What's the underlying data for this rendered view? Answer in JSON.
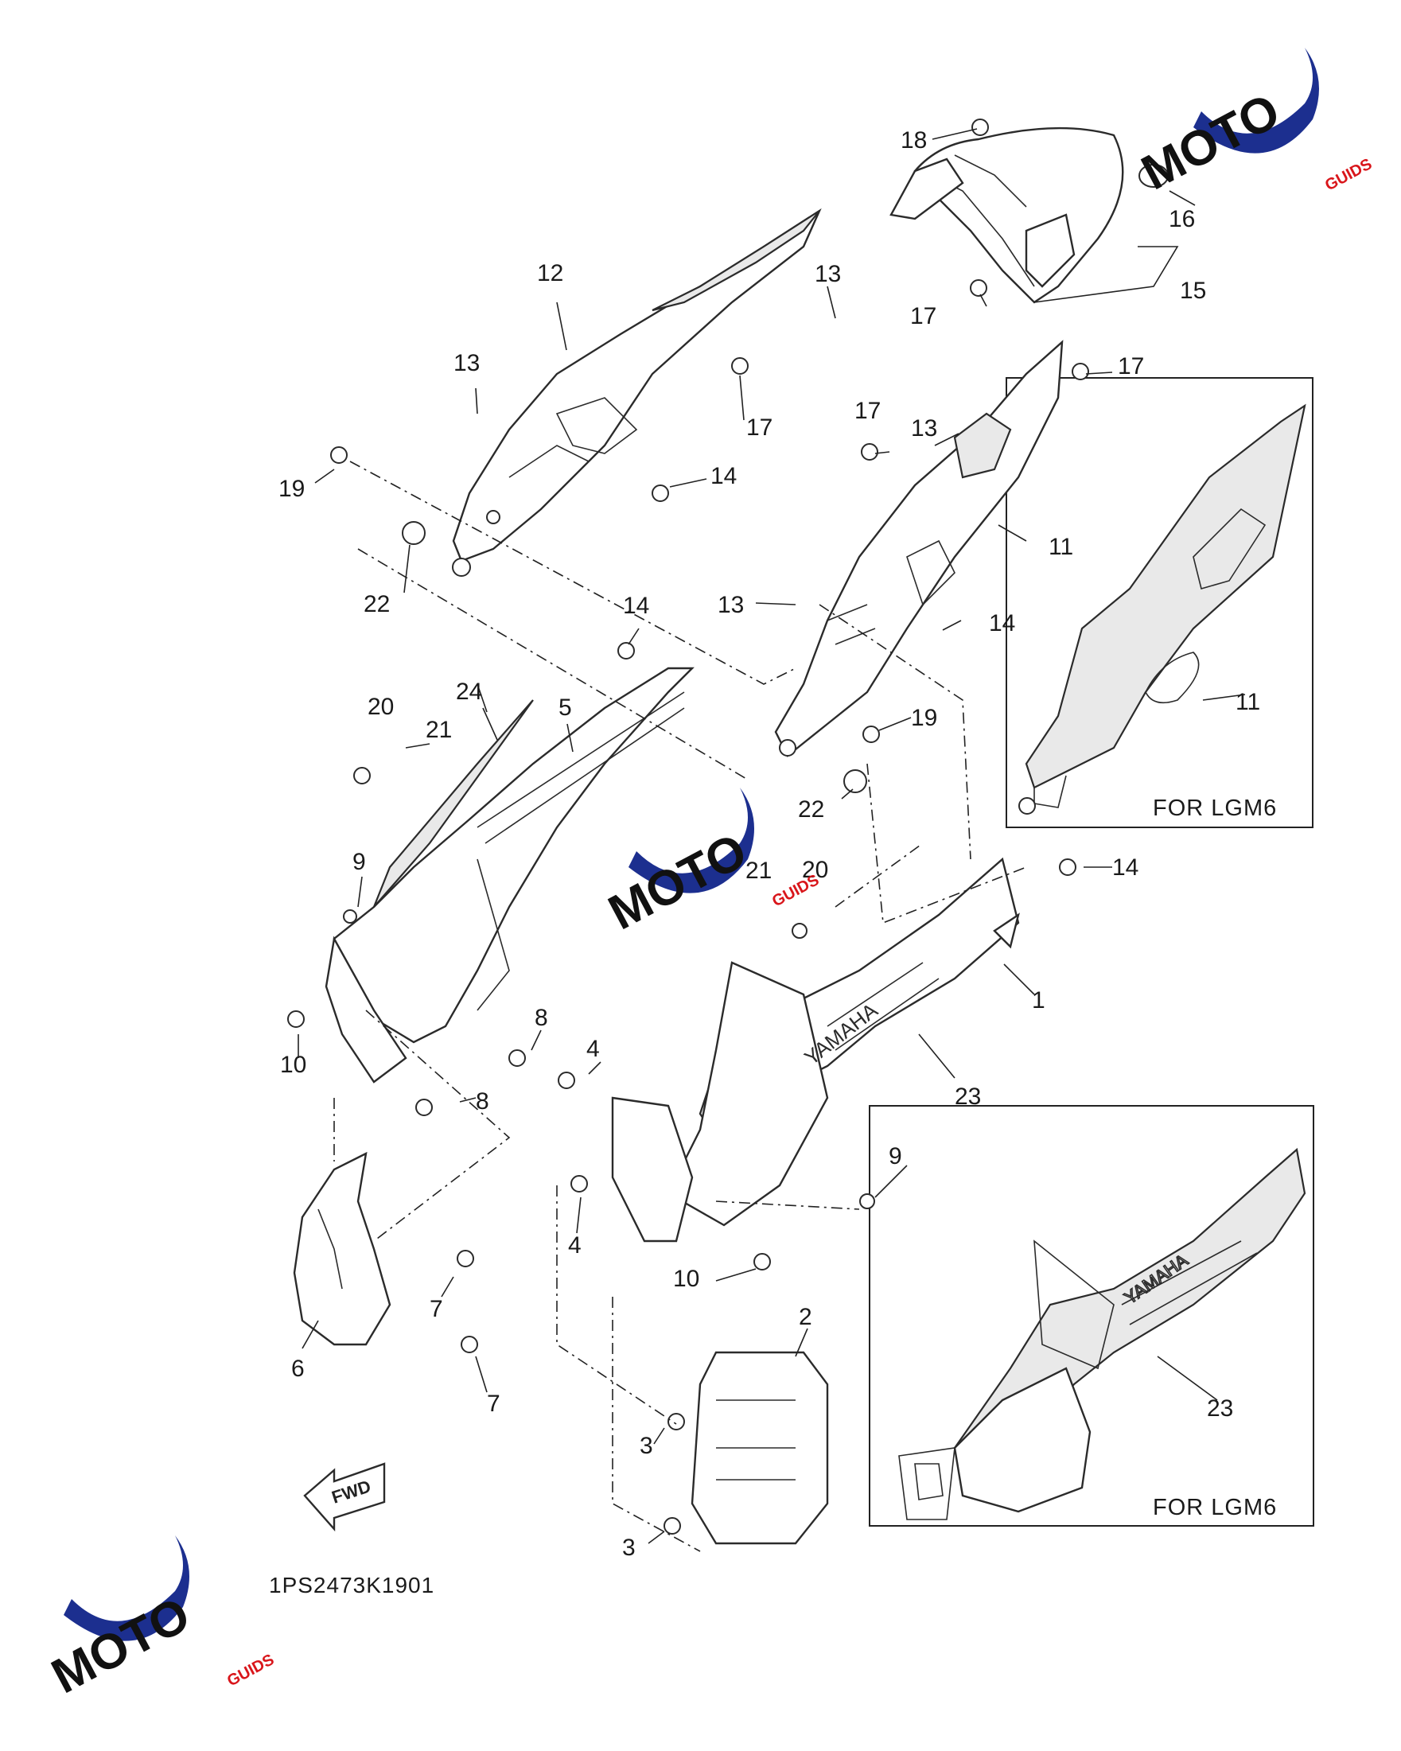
{
  "diagram_code": "1PS2473K1901",
  "fwd_label": "FWD",
  "inset_top": {
    "label": "FOR LGM6",
    "part": "11"
  },
  "inset_bottom": {
    "label": "FOR LGM6",
    "part": "23"
  },
  "watermark": {
    "text": "MOTO",
    "sub": "GUIDS",
    "colors": {
      "blue": "#1c2f8f",
      "red": "#d9161b",
      "black": "#111111"
    }
  },
  "callouts": {
    "c1": "1",
    "c2": "2",
    "c3a": "3",
    "c3b": "3",
    "c4a": "4",
    "c4b": "4",
    "c5": "5",
    "c6": "6",
    "c7a": "7",
    "c7b": "7",
    "c8a": "8",
    "c8b": "8",
    "c9a": "9",
    "c9b": "9",
    "c10a": "10",
    "c10b": "10",
    "c11": "11",
    "c12": "12",
    "c13a": "13",
    "c13b": "13",
    "c13c": "13",
    "c13d": "13",
    "c14a": "14",
    "c14b": "14",
    "c14c": "14",
    "c14d": "14",
    "c15": "15",
    "c16": "16",
    "c17a": "17",
    "c17b": "17",
    "c17c": "17",
    "c17d": "17",
    "c18": "18",
    "c19a": "19",
    "c19b": "19",
    "c20a": "20",
    "c20b": "20",
    "c21a": "21",
    "c21b": "21",
    "c22a": "22",
    "c22b": "22",
    "c23": "23",
    "c24": "24"
  }
}
